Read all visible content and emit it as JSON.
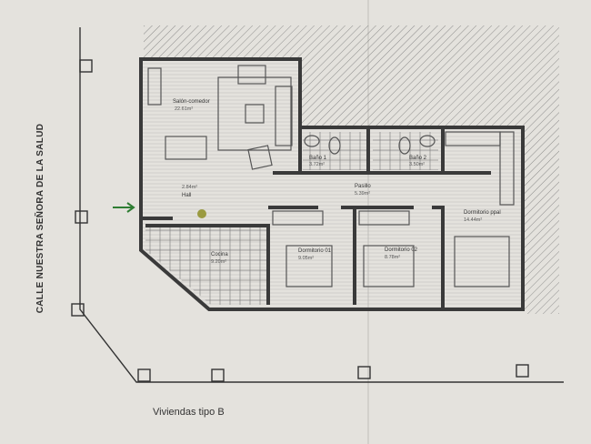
{
  "caption": "Viviendas tipo B",
  "street_label": "CALLE NUESTRA SEÑORA DE LA SALUD",
  "entrance_arrow_color": "#2e7d32",
  "rooms": {
    "salon": {
      "name": "Salón-comedor",
      "area": "22.61m²"
    },
    "hall": {
      "name": "Hall",
      "area": "2.84m²"
    },
    "pasillo": {
      "name": "Pasillo",
      "area": "5.39m²"
    },
    "bano1": {
      "name": "Baño 1",
      "area": "3.72m²"
    },
    "bano2": {
      "name": "Baño 2",
      "area": "3.50m²"
    },
    "dorm_ppal": {
      "name": "Dormitorio ppal",
      "area": "14.44m²"
    },
    "dorm01": {
      "name": "Dormitorio 01",
      "area": "9.05m²"
    },
    "dorm02": {
      "name": "Dormitorio 02",
      "area": "8.78m²"
    },
    "cocina": {
      "name": "Cocina",
      "area": "9.20m²"
    }
  }
}
